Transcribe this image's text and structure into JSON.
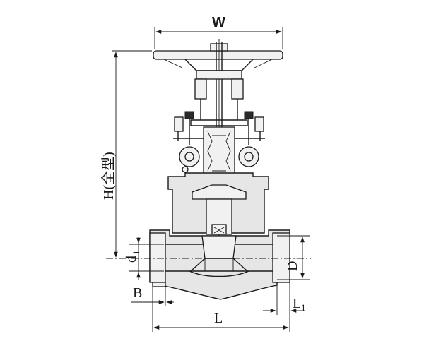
{
  "labels": {
    "width": "W",
    "height": "H(全型)",
    "bore": "d",
    "bore_sub": "1",
    "outer_diameter": "D",
    "outer_diameter_sub": "1",
    "socket_b": "B",
    "length": "L",
    "socket_l1": "L",
    "socket_l1_sub": "1"
  }
}
